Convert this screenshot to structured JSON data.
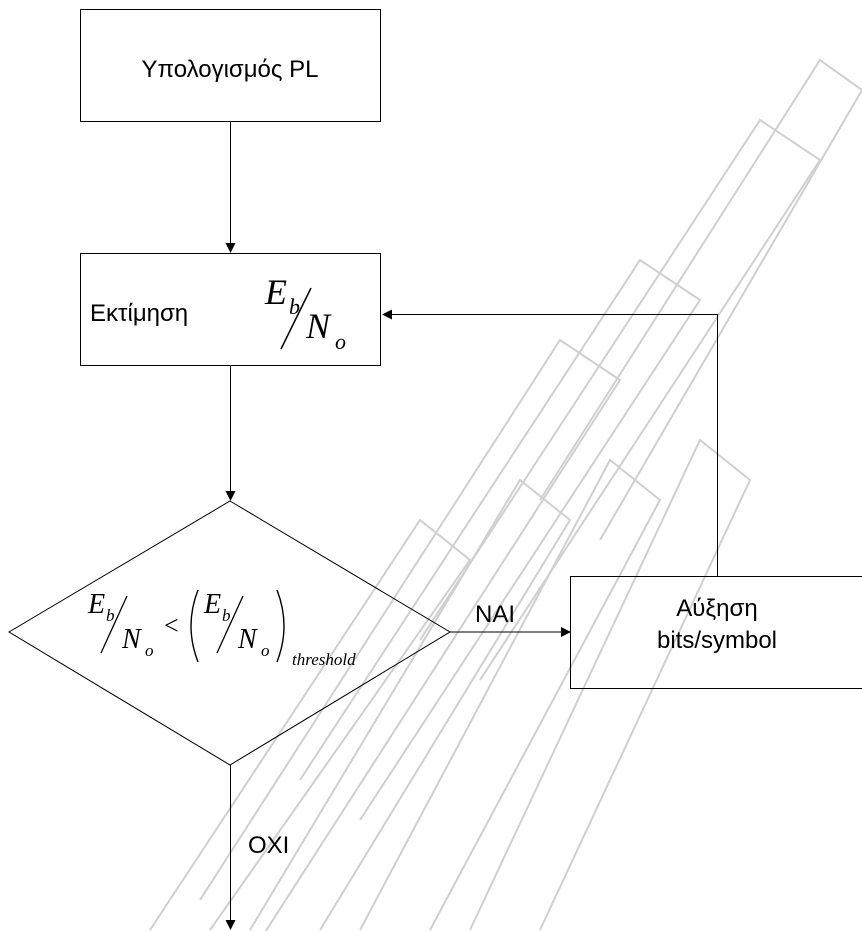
{
  "nodes": {
    "calc": {
      "label": "Υπολογισμός PL"
    },
    "estimate": {
      "label": "Εκτίμηση",
      "formula": {
        "num": "E",
        "num_sub": "b",
        "den": "N",
        "den_sub": "o"
      }
    },
    "decision": {
      "lhs": {
        "num": "E",
        "num_sub": "b",
        "den": "N",
        "den_sub": "o"
      },
      "operator": "<",
      "rhs": {
        "num": "E",
        "num_sub": "b",
        "den": "N",
        "den_sub": "o",
        "subscript": "threshold"
      }
    },
    "increase": {
      "line1": "Αύξηση",
      "line2": "bits/symbol"
    }
  },
  "edges": {
    "yes": {
      "label": "NAI"
    },
    "no": {
      "label": "OXI"
    }
  },
  "colors": {
    "line": "#000000",
    "watermark": "#c8c8c8"
  }
}
